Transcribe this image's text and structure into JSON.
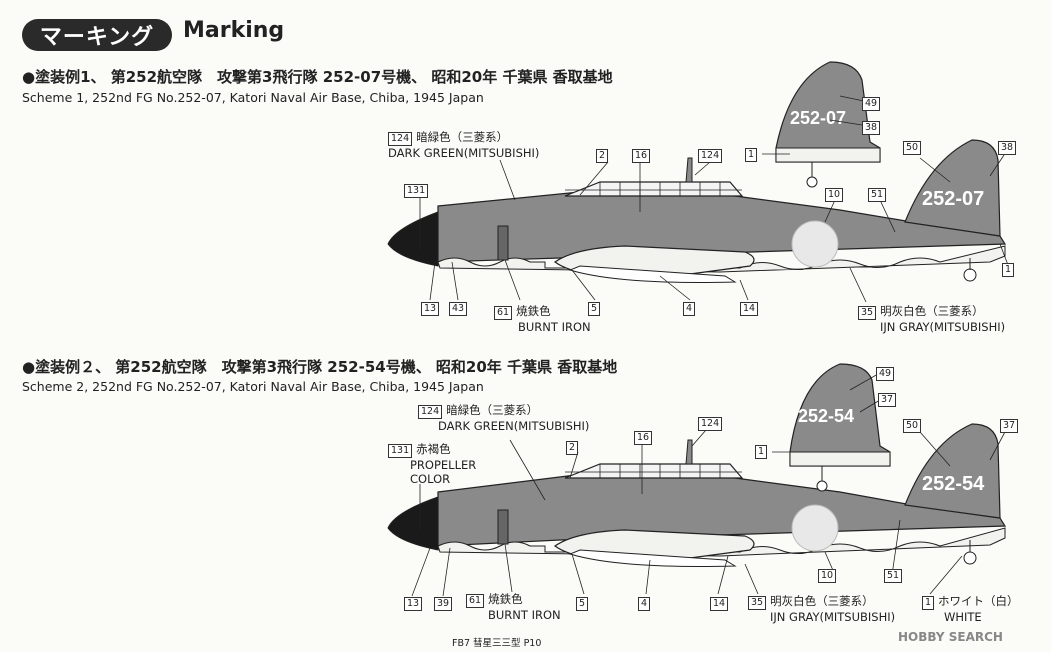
{
  "header": {
    "badge": "マーキング",
    "title_en": "Marking"
  },
  "scheme1": {
    "title": "●塗装例1、 第252航空隊　攻撃第3飛行隊 252-07号機、 昭和20年 千葉県 香取基地",
    "subtitle": "Scheme 1, 252nd FG No.252-07, Katori Naval Air Base, Chiba, 1945 Japan",
    "tail_code": "252-07",
    "callouts": {
      "c49": "49",
      "c38a": "38",
      "c1a": "1",
      "c124": "124",
      "c124b": "124",
      "c2": "2",
      "c16": "16",
      "c50": "50",
      "c38b": "38",
      "c10": "10",
      "c51": "51",
      "c131": "131",
      "c1b": "1",
      "c13": "13",
      "c43": "43",
      "c61": "61",
      "c5": "5",
      "c4": "4",
      "c14": "14",
      "c35": "35"
    },
    "paints": {
      "dark_green_jp": "暗緑色（三菱系）",
      "dark_green_en": "DARK GREEN(MITSUBISHI)",
      "burnt_iron_jp": "焼鉄色",
      "burnt_iron_en": "BURNT IRON",
      "ijn_gray_jp": "明灰白色（三菱系）",
      "ijn_gray_en": "IJN GRAY(MITSUBISHI)"
    }
  },
  "scheme2": {
    "title": "●塗装例２、 第252航空隊　攻撃第3飛行隊 252-54号機、 昭和20年 千葉県 香取基地",
    "subtitle": "Scheme 2, 252nd FG No.252-07, Katori Naval Air Base, Chiba, 1945 Japan",
    "tail_code": "252-54",
    "callouts": {
      "c49": "49",
      "c37a": "37",
      "c1a": "1",
      "c124": "124",
      "c124b": "124",
      "c2": "2",
      "c16": "16",
      "c50": "50",
      "c37b": "37",
      "c131": "131",
      "c10": "10",
      "c51": "51",
      "c13": "13",
      "c39": "39",
      "c61": "61",
      "c5": "5",
      "c4": "4",
      "c14": "14",
      "c35": "35",
      "c1b": "1"
    },
    "paints": {
      "dark_green_jp": "暗緑色（三菱系）",
      "dark_green_en": "DARK GREEN(MITSUBISHI)",
      "prop_jp": "赤褐色",
      "prop_en1": "PROPELLER",
      "prop_en2": "COLOR",
      "burnt_iron_jp": "焼鉄色",
      "burnt_iron_en": "BURNT IRON",
      "ijn_gray_jp": "明灰白色（三菱系）",
      "ijn_gray_en": "IJN GRAY(MITSUBISHI)",
      "white_jp": "ホワイト（白）",
      "white_en": "WHITE"
    }
  },
  "footer": {
    "code": "FB7 彗星三三型 P10",
    "watermark": "HOBBY SEARCH"
  },
  "colors": {
    "dark_green": "#8a8a8a",
    "ijn_gray": "#f2f2ef",
    "prop": "#1a1a1a",
    "ink": "#222222"
  }
}
